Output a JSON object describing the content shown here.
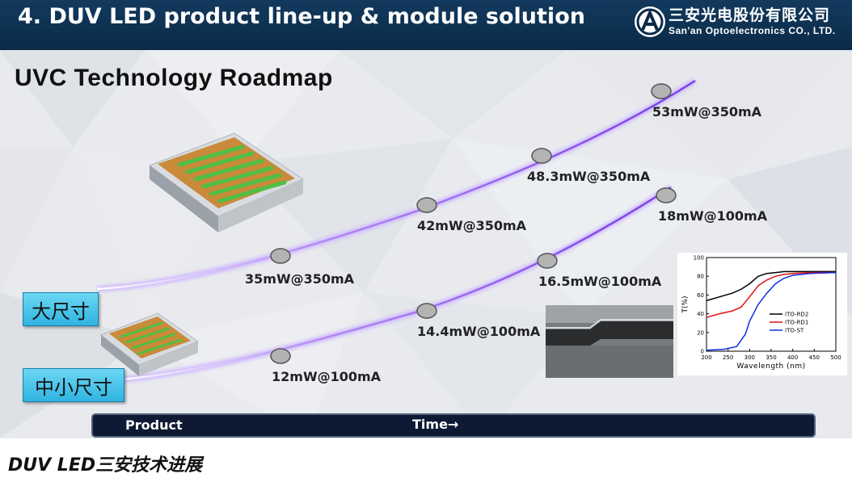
{
  "header": {
    "title": "4. DUV LED product line-up & module solution",
    "company_cn": "三安光电股份有限公司",
    "company_en": "San'an Optoelectronics  CO., LTD."
  },
  "section_title": "UVC Technology Roadmap",
  "size_labels": {
    "large": "大尺寸",
    "small": "中小尺寸"
  },
  "upper_track": [
    "35mW@350mA",
    "42mW@350mA",
    "48.3mW@350mA",
    "53mW@350mA"
  ],
  "lower_track": [
    "12mW@100mA",
    "14.4mW@100mA",
    "16.5mW@100mA",
    "18mW@100mA"
  ],
  "timeline": {
    "product": "Product",
    "time": "Time→"
  },
  "footer_title": "DUV LED三安技术进展",
  "colors": {
    "header_bg": "#0b2a47",
    "curve": "#8a4dea",
    "size_box": "#3bbde4",
    "timeline_bg": "#0e1a33"
  },
  "chart_data": {
    "type": "line",
    "xlabel": "Wavelength (nm)",
    "ylabel": "T(%)",
    "xlim": [
      200,
      500
    ],
    "ylim": [
      0,
      100
    ],
    "x_ticks": [
      200,
      250,
      300,
      350,
      400,
      450,
      500
    ],
    "y_ticks": [
      0,
      20,
      40,
      60,
      80,
      100
    ],
    "legend": "right",
    "series": [
      {
        "name": "ITO-RD2",
        "color": "#000000",
        "x": [
          200,
          230,
          260,
          280,
          300,
          320,
          340,
          360,
          380,
          400,
          440,
          500
        ],
        "y": [
          54,
          58,
          62,
          66,
          72,
          80,
          83,
          84,
          85,
          85,
          85,
          85
        ]
      },
      {
        "name": "ITO-RD1",
        "color": "#e01010",
        "x": [
          200,
          230,
          260,
          280,
          300,
          320,
          340,
          360,
          380,
          400,
          440,
          500
        ],
        "y": [
          36,
          40,
          43,
          47,
          58,
          70,
          76,
          80,
          82,
          83,
          84,
          84
        ]
      },
      {
        "name": "ITO-ST",
        "color": "#1030e0",
        "x": [
          200,
          240,
          270,
          290,
          300,
          320,
          340,
          360,
          380,
          400,
          440,
          500
        ],
        "y": [
          1,
          2,
          5,
          18,
          32,
          50,
          62,
          72,
          78,
          81,
          83,
          84
        ]
      }
    ]
  }
}
